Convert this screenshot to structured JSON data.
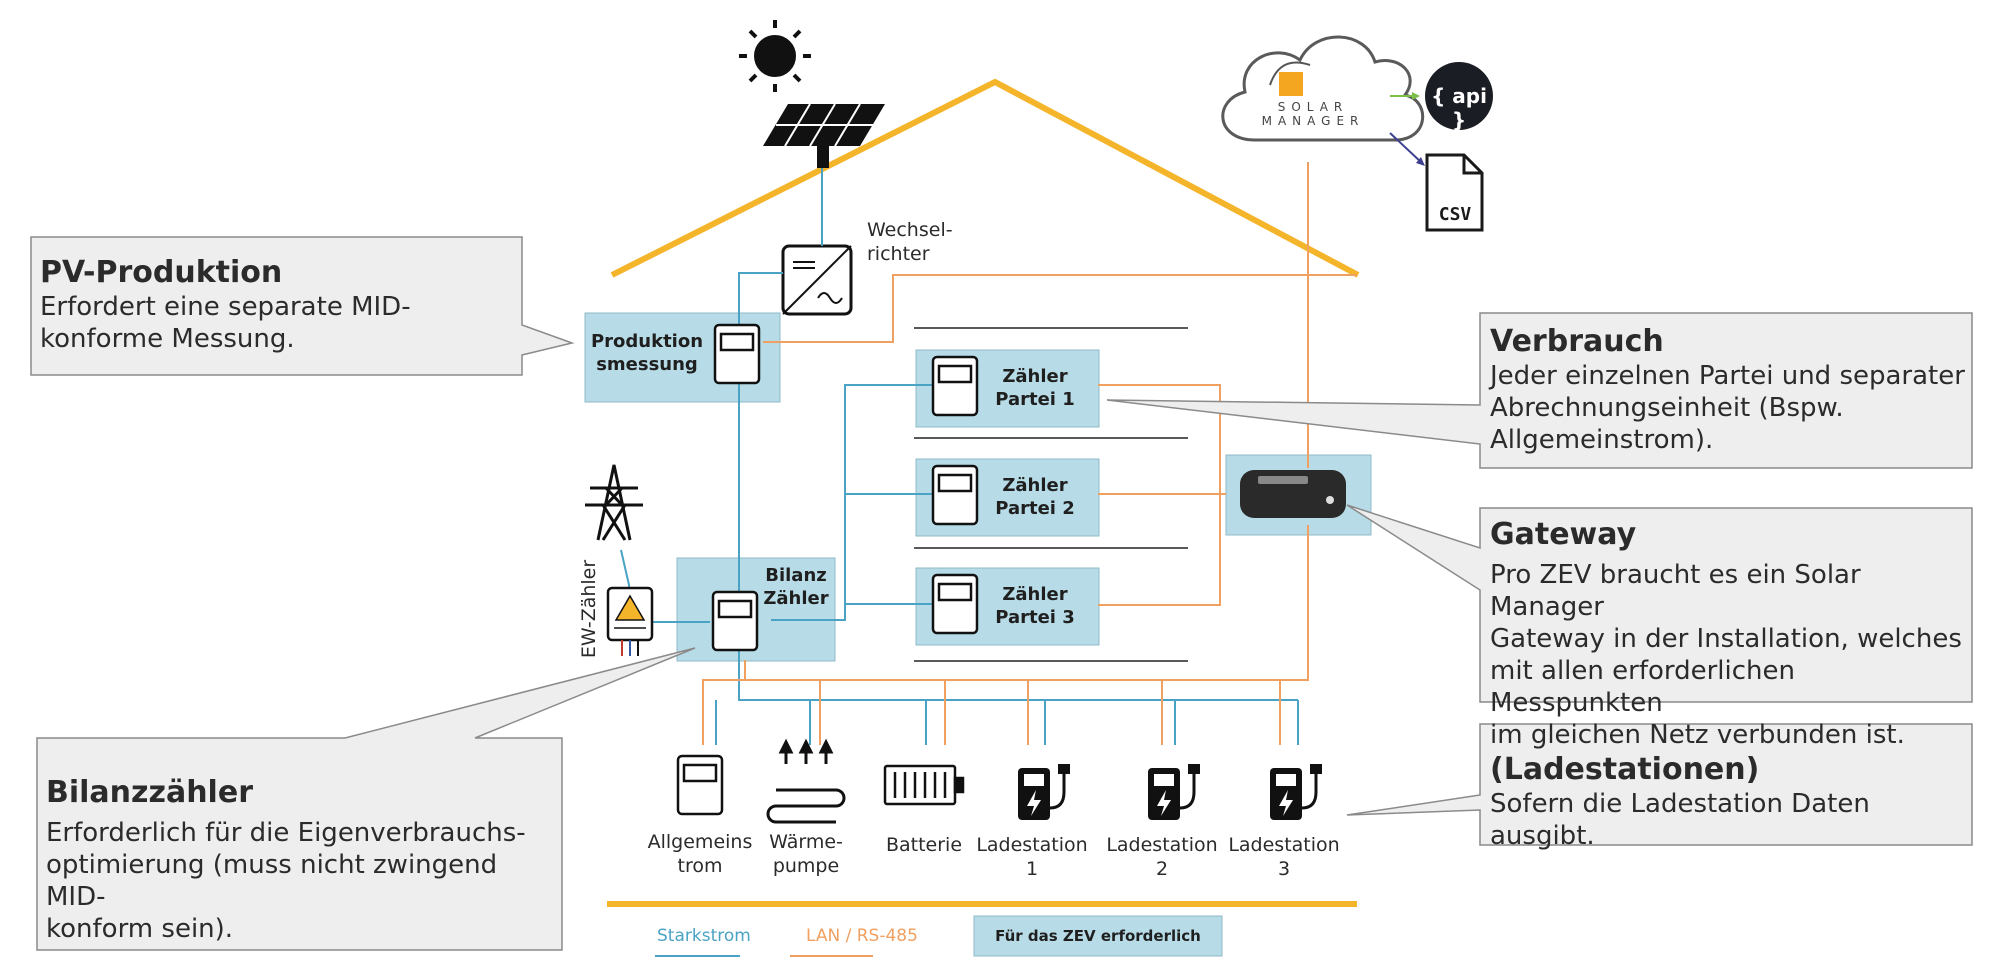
{
  "labels": {
    "wechselrichter": "Wechsel-\nrichter",
    "produktion": "Produktion\nsmessung",
    "bilanz": "Bilanz\nZähler",
    "partei1": "Zähler\nPartei 1",
    "partei2": "Zähler\nPartei 2",
    "partei3": "Zähler\nPartei 3",
    "ew_zaehler": "EW-Zähler",
    "solar_logo": "SOLAR\nMANAGER",
    "api": "{ api }",
    "csv": "CSV"
  },
  "devices": [
    {
      "label": "Allgemeins\ntrom",
      "icon": "meter-icon"
    },
    {
      "label": "Wärme-\npumpe",
      "icon": "heat-pump-icon"
    },
    {
      "label": "Batterie",
      "icon": "battery-icon"
    },
    {
      "label": "Ladestation\n1",
      "icon": "ev-charger-icon"
    },
    {
      "label": "Ladestation\n2",
      "icon": "ev-charger-icon"
    },
    {
      "label": "Ladestation\n3",
      "icon": "ev-charger-icon"
    }
  ],
  "callouts": {
    "pv": {
      "title": "PV-Produktion",
      "body": "Erfordert eine separate MID-\nkonforme Messung."
    },
    "bilanz": {
      "title": "Bilanzzähler",
      "body": "Erforderlich für die Eigenverbrauchs-\noptimierung (muss nicht zwingend MID-\nkonform sein)."
    },
    "verbrauch": {
      "title": "Verbrauch",
      "body": "Jeder einzelnen Partei und separater\nAbrechnungseinheit (Bspw.\nAllgemeinstrom)."
    },
    "gateway": {
      "title": "Gateway",
      "body": "Pro ZEV braucht es ein Solar Manager\nGateway in der Installation, welches\nmit allen erforderlichen Messpunkten\nim gleichen Netz verbunden ist."
    },
    "ladestationen": {
      "title": "(Ladestationen)",
      "body": "Sofern die Ladestation Daten ausgibt."
    }
  },
  "legend": {
    "starkstrom": "Starkstrom",
    "lan": "LAN / RS-485",
    "zev": "Für das ZEV erforderlich"
  },
  "colors": {
    "roof": "#f4b52b",
    "starkstrom": "#4aa3c4",
    "lan": "#f0a061",
    "box_fill": "#b7dce7",
    "callout_fill": "#eeeeee"
  }
}
